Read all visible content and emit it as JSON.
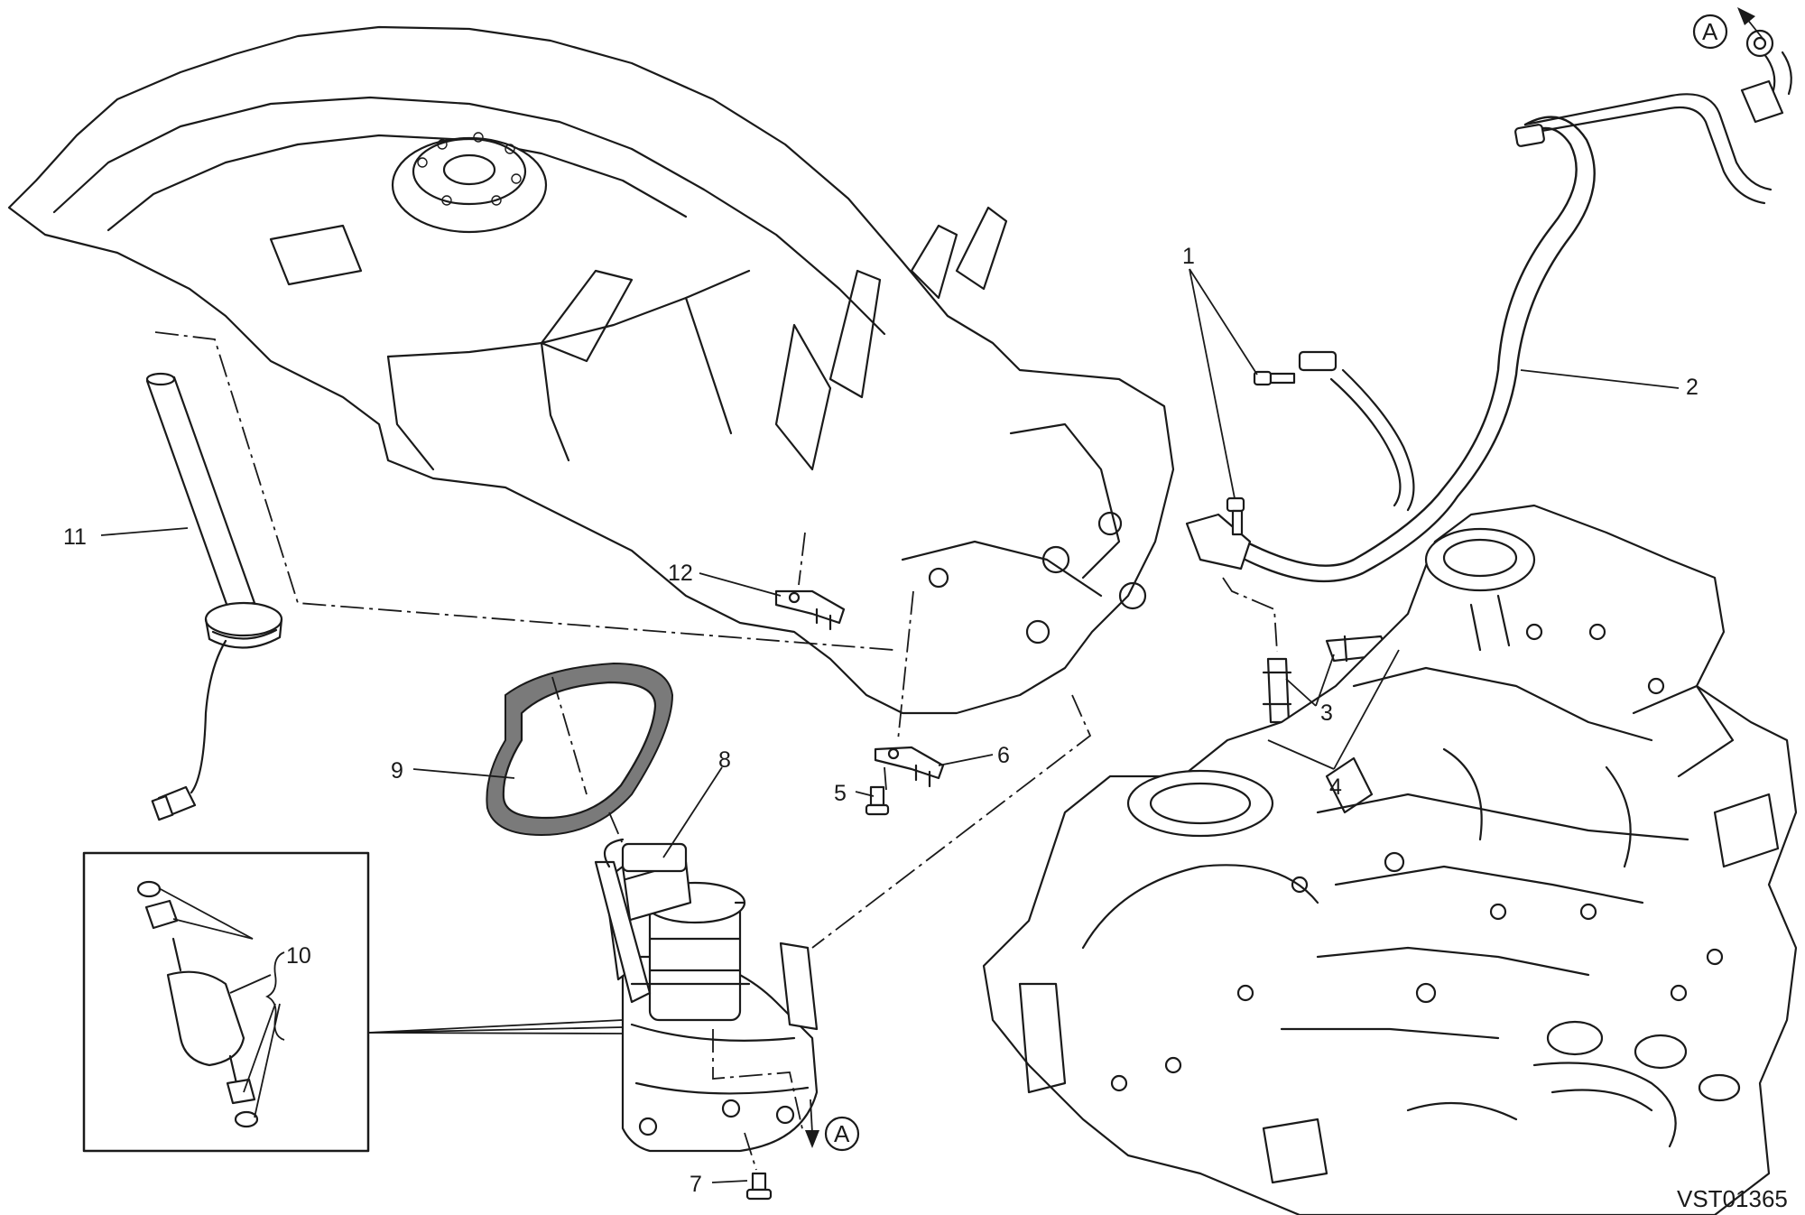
{
  "callouts": {
    "c1": "1",
    "c2": "2",
    "c3": "3",
    "c4": "4",
    "c5": "5",
    "c6": "6",
    "c7": "7",
    "c8": "8",
    "c9": "9",
    "c10": "10",
    "c11": "11",
    "c12": "12"
  },
  "connector_marks": {
    "top": "A",
    "bottom": "A"
  },
  "drawing_code": "VST01365"
}
